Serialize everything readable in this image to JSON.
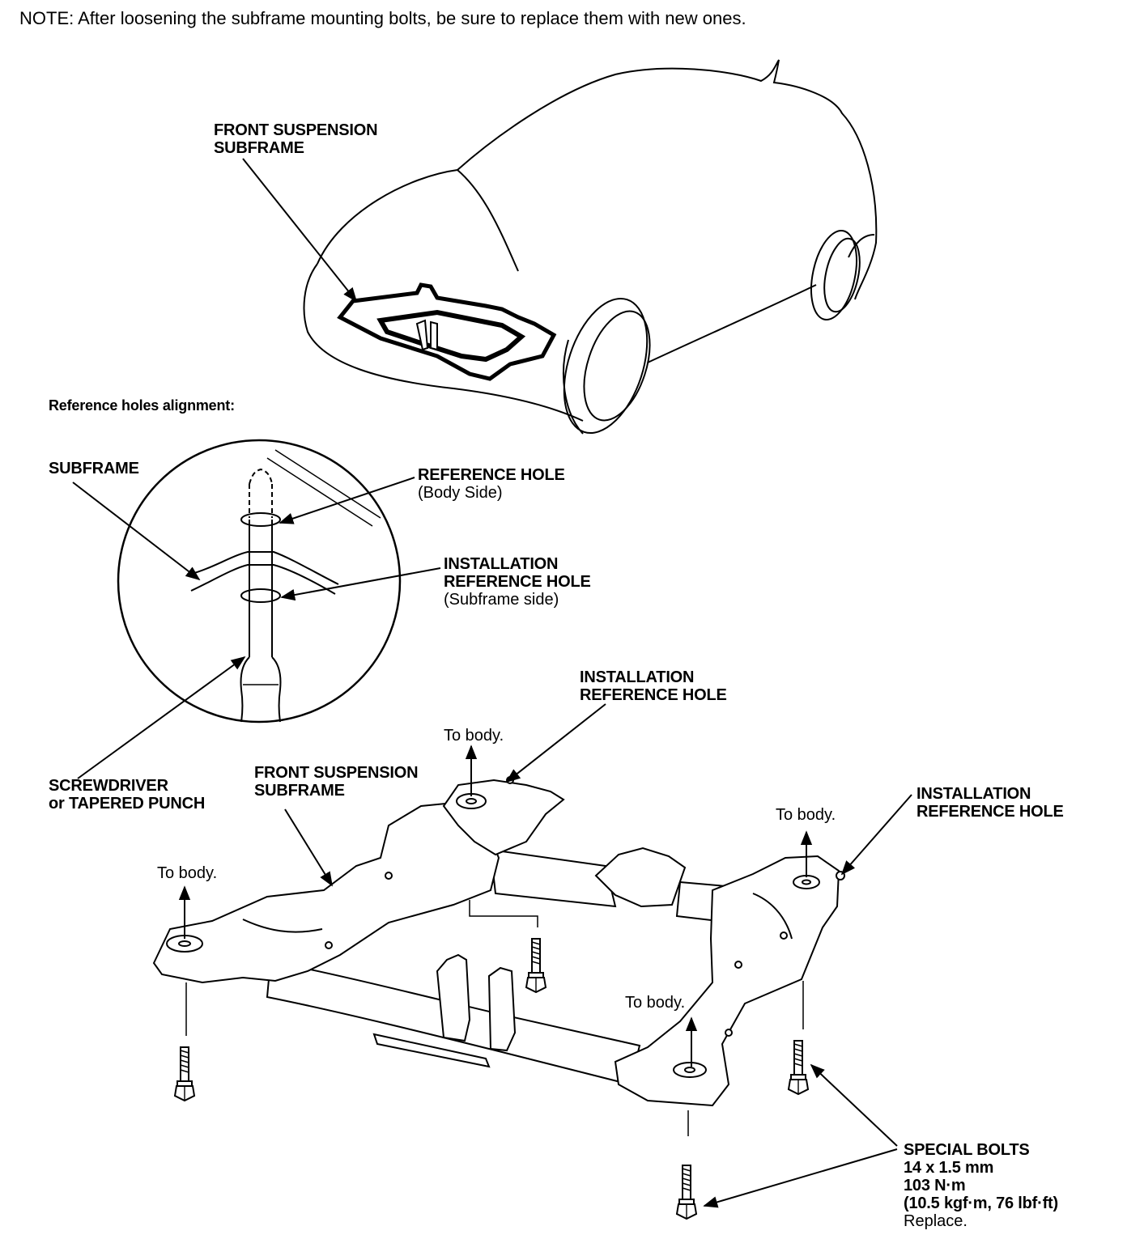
{
  "note": "NOTE: After loosening the subframe mounting bolts, be sure to replace them with new ones.",
  "overview": {
    "label_line1": "FRONT SUSPENSION",
    "label_line2": "SUBFRAME"
  },
  "detail": {
    "heading": "Reference holes alignment:",
    "subframe": "SUBFRAME",
    "reference_hole": "REFERENCE HOLE",
    "reference_hole_note": "(Body Side)",
    "install_line1": "INSTALLATION",
    "install_line2": "REFERENCE HOLE",
    "install_note": "(Subframe side)",
    "tool_line1": "SCREWDRIVER",
    "tool_line2": "or TAPERED PUNCH"
  },
  "assembly": {
    "subframe_line1": "FRONT SUSPENSION",
    "subframe_line2": "SUBFRAME",
    "install_top_line1": "INSTALLATION",
    "install_top_line2": "REFERENCE HOLE",
    "install_right_line1": "INSTALLATION",
    "install_right_line2": "REFERENCE HOLE",
    "to_body": "To body.",
    "bolts": {
      "title": "SPECIAL BOLTS",
      "size": "14 x 1.5 mm",
      "torque": "103 N·m",
      "torque_alt": "(10.5 kgf·m, 76 lbf·ft)",
      "action": "Replace."
    }
  }
}
